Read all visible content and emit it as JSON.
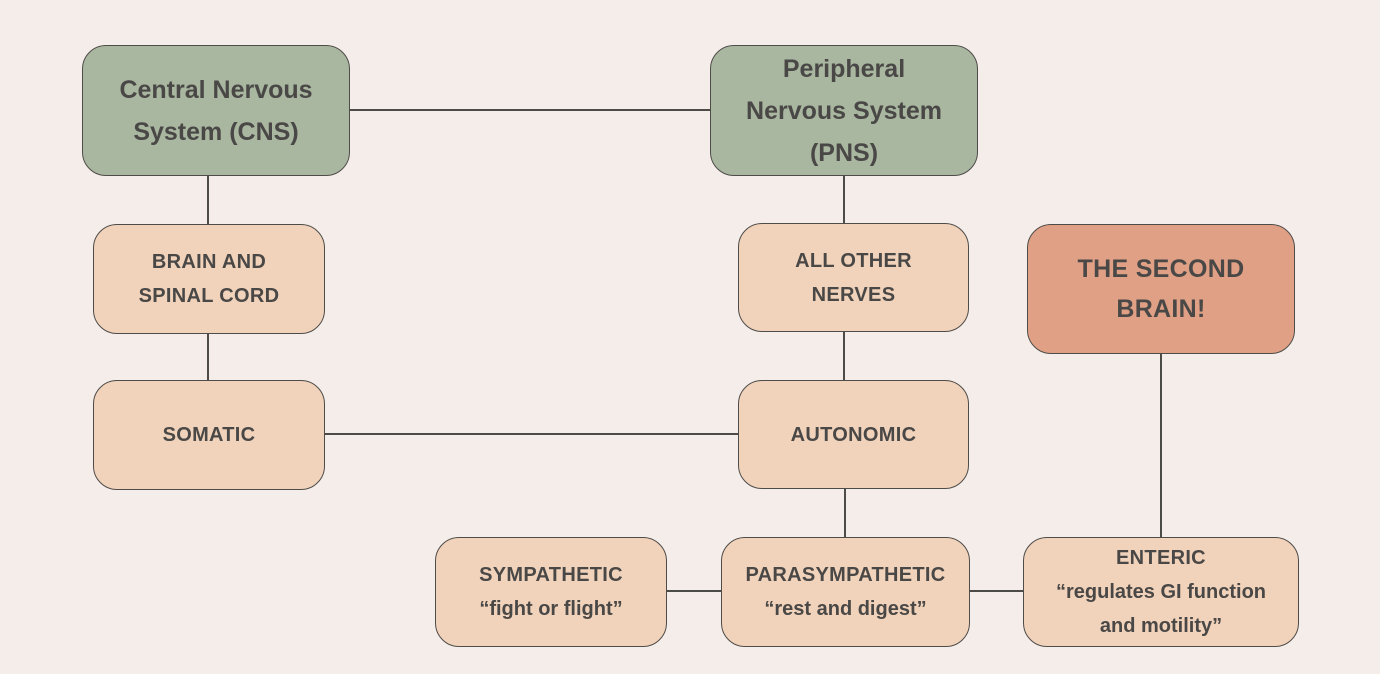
{
  "diagram": {
    "nodes": {
      "cns": {
        "line1": "Central Nervous",
        "line2": "System (CNS)"
      },
      "pns": {
        "line1": "Peripheral",
        "line2": "Nervous System",
        "line3": "(PNS)"
      },
      "brain_spinal": {
        "line1": "BRAIN AND",
        "line2": "SPINAL CORD"
      },
      "other_nerves": {
        "line1": "ALL OTHER",
        "line2": "NERVES"
      },
      "second_brain": {
        "line1": "THE SECOND",
        "line2": "BRAIN!"
      },
      "somatic": {
        "label": "SOMATIC"
      },
      "autonomic": {
        "label": "AUTONOMIC"
      },
      "sympathetic": {
        "label": "SYMPATHETIC",
        "subtitle": "“fight or flight”"
      },
      "parasympathetic": {
        "label": "PARASYMPATHETIC",
        "subtitle": "“rest and digest”"
      },
      "enteric": {
        "label": "ENTERIC",
        "subtitle_line1": "“regulates GI function",
        "subtitle_line2": "and motility”"
      }
    },
    "colors": {
      "background": "#f5ede9",
      "primary_node": "#a9b6a0",
      "secondary_node": "#f1d2ba",
      "accent_node": "#e0a085",
      "text": "#4a4846",
      "connector": "#4d4b48"
    }
  }
}
